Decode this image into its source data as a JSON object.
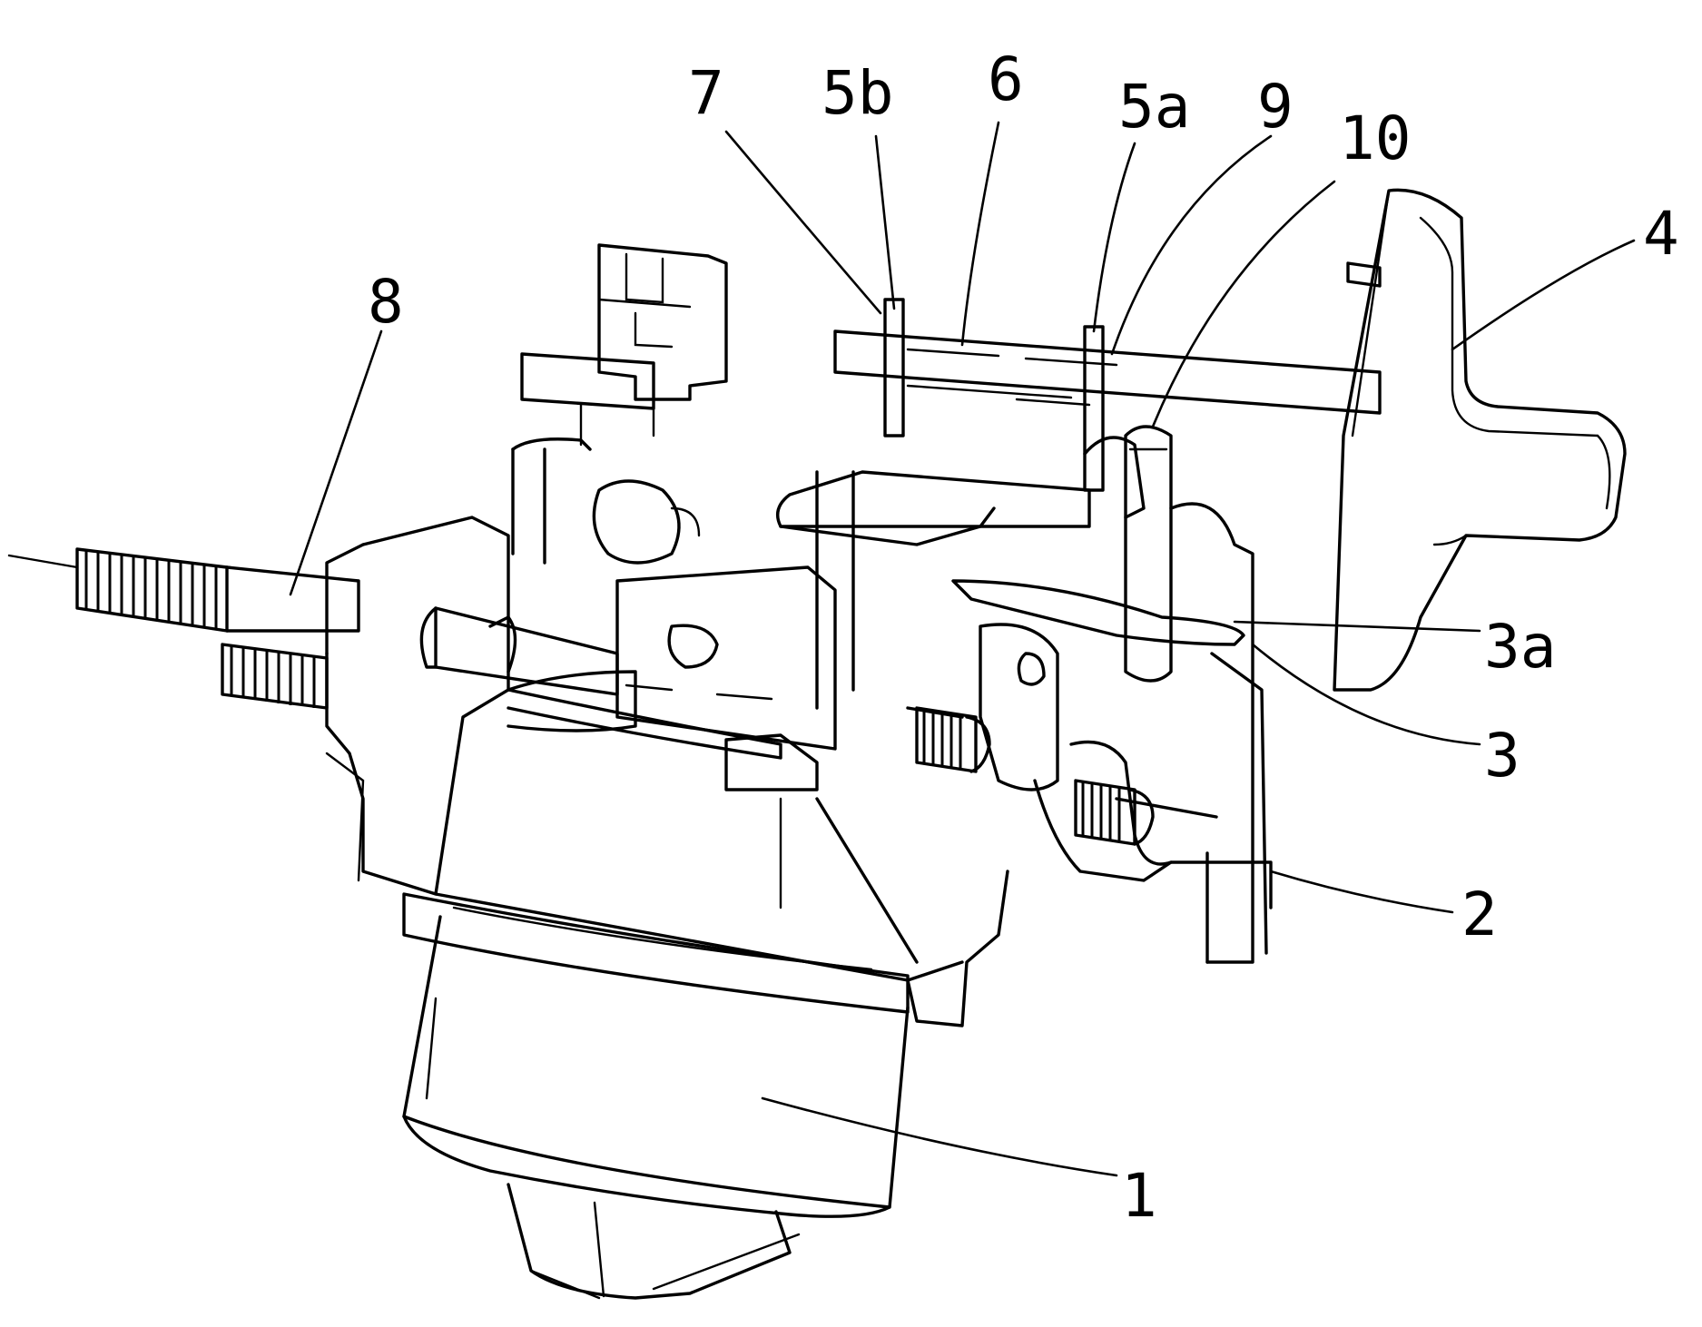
{
  "figure": {
    "labels": {
      "l1": "1",
      "l2": "2",
      "l3": "3",
      "l3a": "3a",
      "l4": "4",
      "l5a": "5a",
      "l5b": "5b",
      "l6": "6",
      "l7": "7",
      "l8": "8",
      "l9": "9",
      "l10": "10"
    },
    "colors": {
      "line": "#000000",
      "background": "#ffffff"
    }
  }
}
